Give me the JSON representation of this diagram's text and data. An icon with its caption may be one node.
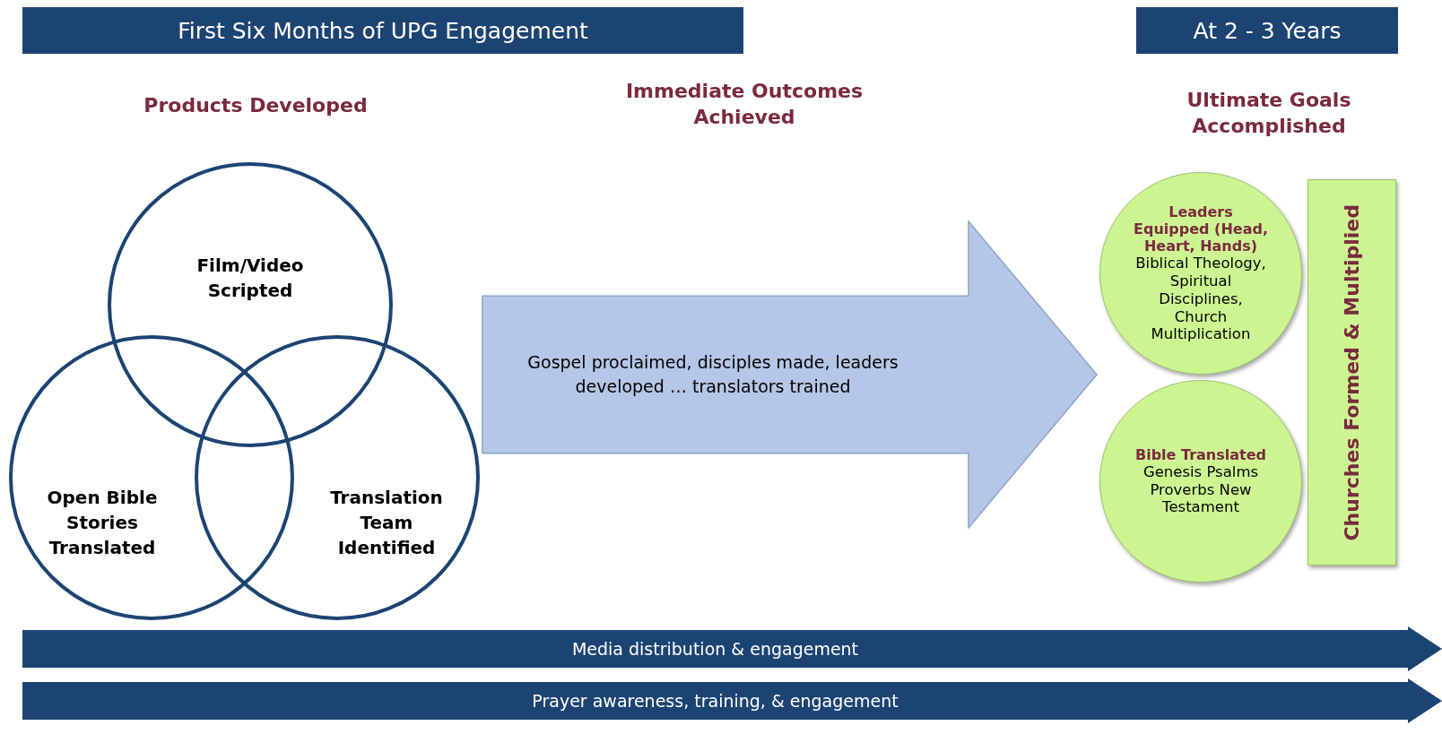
{
  "diagram": {
    "nodes": [
      {
        "text": [
          "First Six Months of UPG Engagement"
        ]
      },
      {
        "text": [
          "At 2 - 3 Years"
        ]
      },
      {
        "text": [
          "Film/Video Scripted"
        ]
      },
      {
        "text": [
          "Open Bible Stories Translated"
        ]
      },
      {
        "text": [
          "Translation Team Identified"
        ]
      },
      {
        "text": [
          "Gospel proclaimed, disciples made, leaders developed … translators trained"
        ]
      },
      {
        "text": [
          "Leaders Equipped (Head, Heart, Hands)",
          "Biblical Theology, Spiritual Disciplines, Church Multiplication"
        ]
      },
      {
        "text": [
          "Bible Translated",
          "Genesis Psalms Proverbs New Testament"
        ]
      },
      {
        "text": [
          "Churches Formed & Multiplied"
        ]
      },
      {
        "text": [
          "Media distribution & engagement"
        ]
      },
      {
        "text": [
          "Prayer awareness, training, & engagement"
        ]
      }
    ],
    "edges": [
      {
        "from": 4,
        "to": 6,
        "arrow": "to"
      }
    ],
    "labels": [
      "Products Developed",
      "Immediate Outcomes Achieved",
      "Ultimate Goals Accomplished"
    ]
  }
}
